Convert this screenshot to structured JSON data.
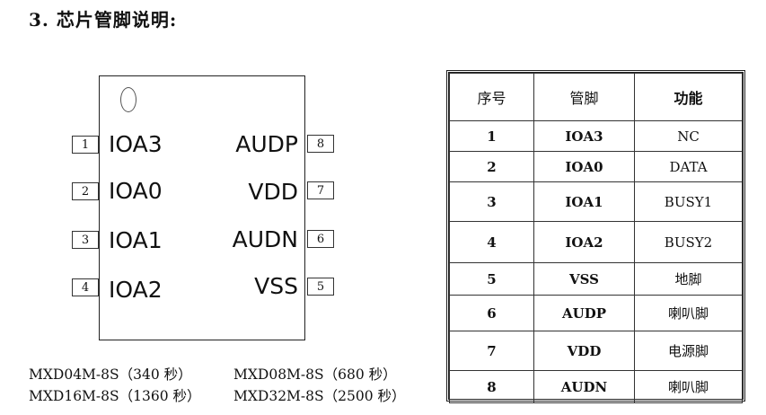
{
  "section_title": "3.  芯片管脚说明:",
  "chip": {
    "left_pins": [
      {
        "num": "1",
        "label": "IOA3"
      },
      {
        "num": "2",
        "label": "IOA0"
      },
      {
        "num": "3",
        "label": "IOA1"
      },
      {
        "num": "4",
        "label": "IOA2"
      }
    ],
    "right_pins": [
      {
        "num": "8",
        "label": "AUDP"
      },
      {
        "num": "7",
        "label": "VDD"
      },
      {
        "num": "6",
        "label": "AUDN"
      },
      {
        "num": "5",
        "label": "VSS"
      }
    ]
  },
  "models": [
    "MXD04M-8S（340 秒）",
    "MXD08M-8S（680 秒）",
    "MXD16M-8S（1360 秒）",
    "MXD32M-8S（2500 秒）"
  ],
  "table": {
    "headers": [
      "序号",
      "管脚",
      "功能"
    ],
    "rows": [
      [
        "1",
        "IOA3",
        "NC"
      ],
      [
        "2",
        "IOA0",
        "DATA"
      ],
      [
        "3",
        "IOA1",
        "BUSY1"
      ],
      [
        "4",
        "IOA2",
        "BUSY2"
      ],
      [
        "5",
        "VSS",
        "地脚"
      ],
      [
        "6",
        "AUDP",
        "喇叭脚"
      ],
      [
        "7",
        "VDD",
        "电源脚"
      ],
      [
        "8",
        "AUDN",
        "喇叭脚"
      ]
    ]
  }
}
